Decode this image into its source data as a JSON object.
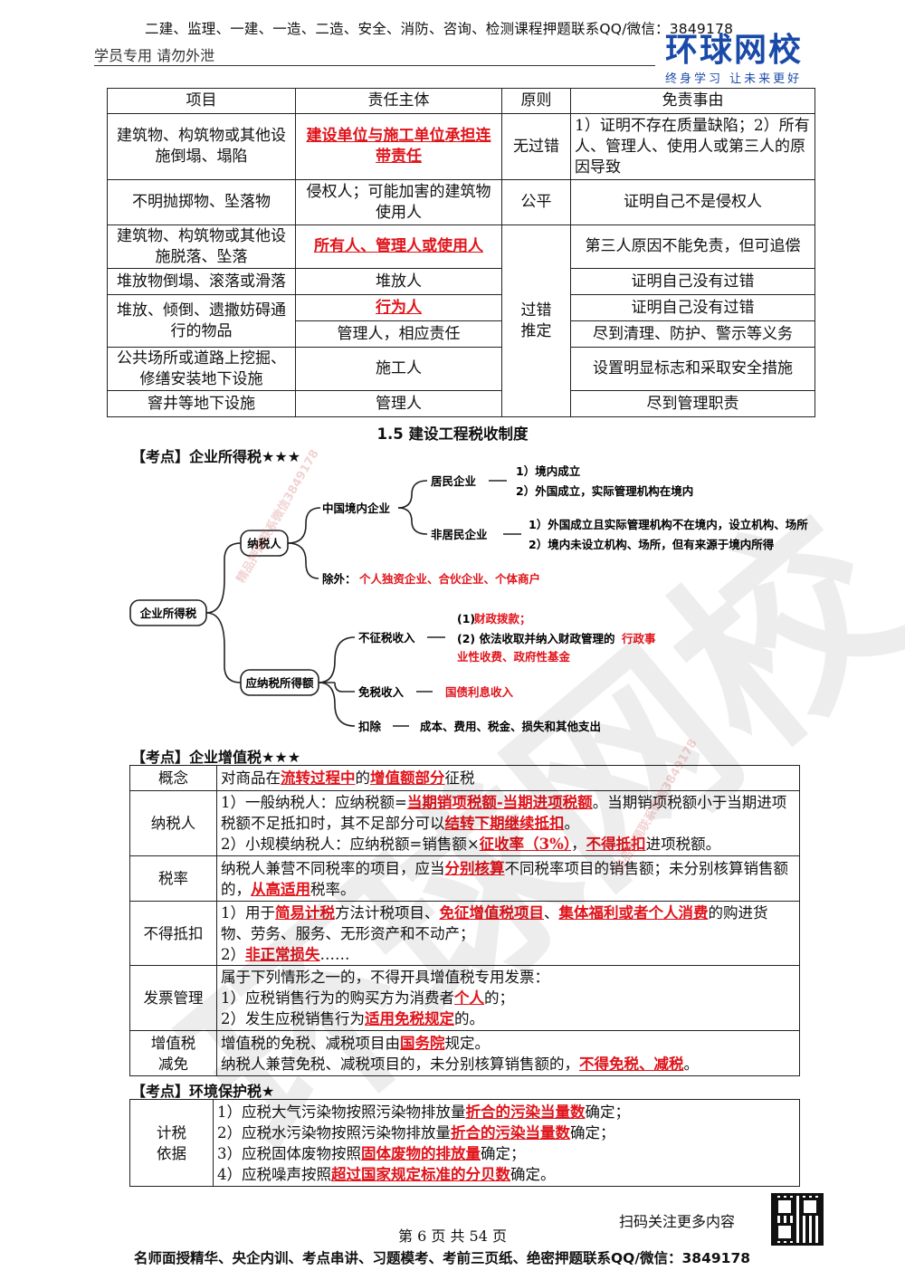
{
  "header": {
    "top_line": "二建、监理、一建、一造、二造、安全、消防、咨询、检测课程押题联系QQ/微信：3849178",
    "left_note": "学员专用 请勿外泄",
    "logo_text": "环球网校",
    "logo_slogan": "终身学习  让未来更好"
  },
  "table1": {
    "headers": [
      "项目",
      "责任主体",
      "原则",
      "免责事由"
    ],
    "rows": [
      {
        "item": "建筑物、构筑物或其他设施倒塌、塌陷",
        "subject": "建设单位与施工单位承担连带责任",
        "principle": "无过错",
        "exemption": "1）证明不存在质量缺陷；2）所有人、管理人、使用人或第三人的原因导致"
      },
      {
        "item": "不明抛掷物、坠落物",
        "subject": "侵权人；可能加害的建筑物使用人",
        "principle": "公平",
        "exemption": "证明自己不是侵权人"
      },
      {
        "item": "建筑物、构筑物或其他设施脱落、坠落",
        "subject": "所有人、管理人或使用人",
        "exemption": "第三人原因不能免责，但可追偿"
      },
      {
        "item": "堆放物倒塌、滚落或滑落",
        "subject": "堆放人",
        "exemption": "证明自己没有过错"
      },
      {
        "item": "堆放、倾倒、遗撒妨碍通行的物品",
        "subject": "行为人",
        "exemption": "证明自己没有过错"
      },
      {
        "subject": "管理人，相应责任",
        "exemption": "尽到清理、防护、警示等义务"
      },
      {
        "item": "公共场所或道路上挖掘、修缮安装地下设施",
        "subject": "施工人",
        "exemption": "设置明显标志和采取安全措施"
      },
      {
        "item": "窨井等地下设施",
        "subject": "管理人",
        "exemption": "尽到管理职责"
      }
    ],
    "principle_merged": "过错推定"
  },
  "section_title": "1.5  建设工程税收制度",
  "kaodian1": "【考点】企业所得税★★★",
  "mindmap": {
    "root": "企业所得税",
    "taxpayer": "纳税人",
    "china_ent": "中国境内企业",
    "resident": "居民企业",
    "resident_1": "1）境内成立",
    "resident_2": "2）外国成立，实际管理机构在境内",
    "nonresident": "非居民企业",
    "nonresident_1": "1）外国成立且实际管理机构不在境内，设立机构、场所",
    "nonresident_2": "2）境内未设立机构、场所，但有来源于境内所得",
    "except_label": "除外：",
    "except_value": "个人独资企业、合伙企业、个体商户",
    "taxable": "应纳税所得额",
    "nontax": "不征税收入",
    "nontax_1_prefix": "(1)",
    "nontax_1": "财政拨款；",
    "nontax_2_prefix": "(2) 依法收取并纳入财政管理的",
    "nontax_2_red1": "行政事",
    "nontax_2_red2": "业性收费、政府性基金",
    "exempt": "免税收入",
    "exempt_value": "国债利息收入",
    "deduct": "扣除",
    "deduct_value": "成本、费用、税金、损失和其他支出"
  },
  "kaodian2": "【考点】企业增值税★★★",
  "kaodian3": "【考点】环境保护税★",
  "footer": {
    "scan_text": "扫码关注更多内容",
    "page_text": "第 6 页 共 54 页",
    "bottom_line": "名师面授精华、央企内训、考点串讲、习题模考、考前三页纸、绝密押题联系QQ/微信：3849178"
  },
  "watermark": {
    "big": "环球网校",
    "small": "精品押题联系微信3849178"
  }
}
